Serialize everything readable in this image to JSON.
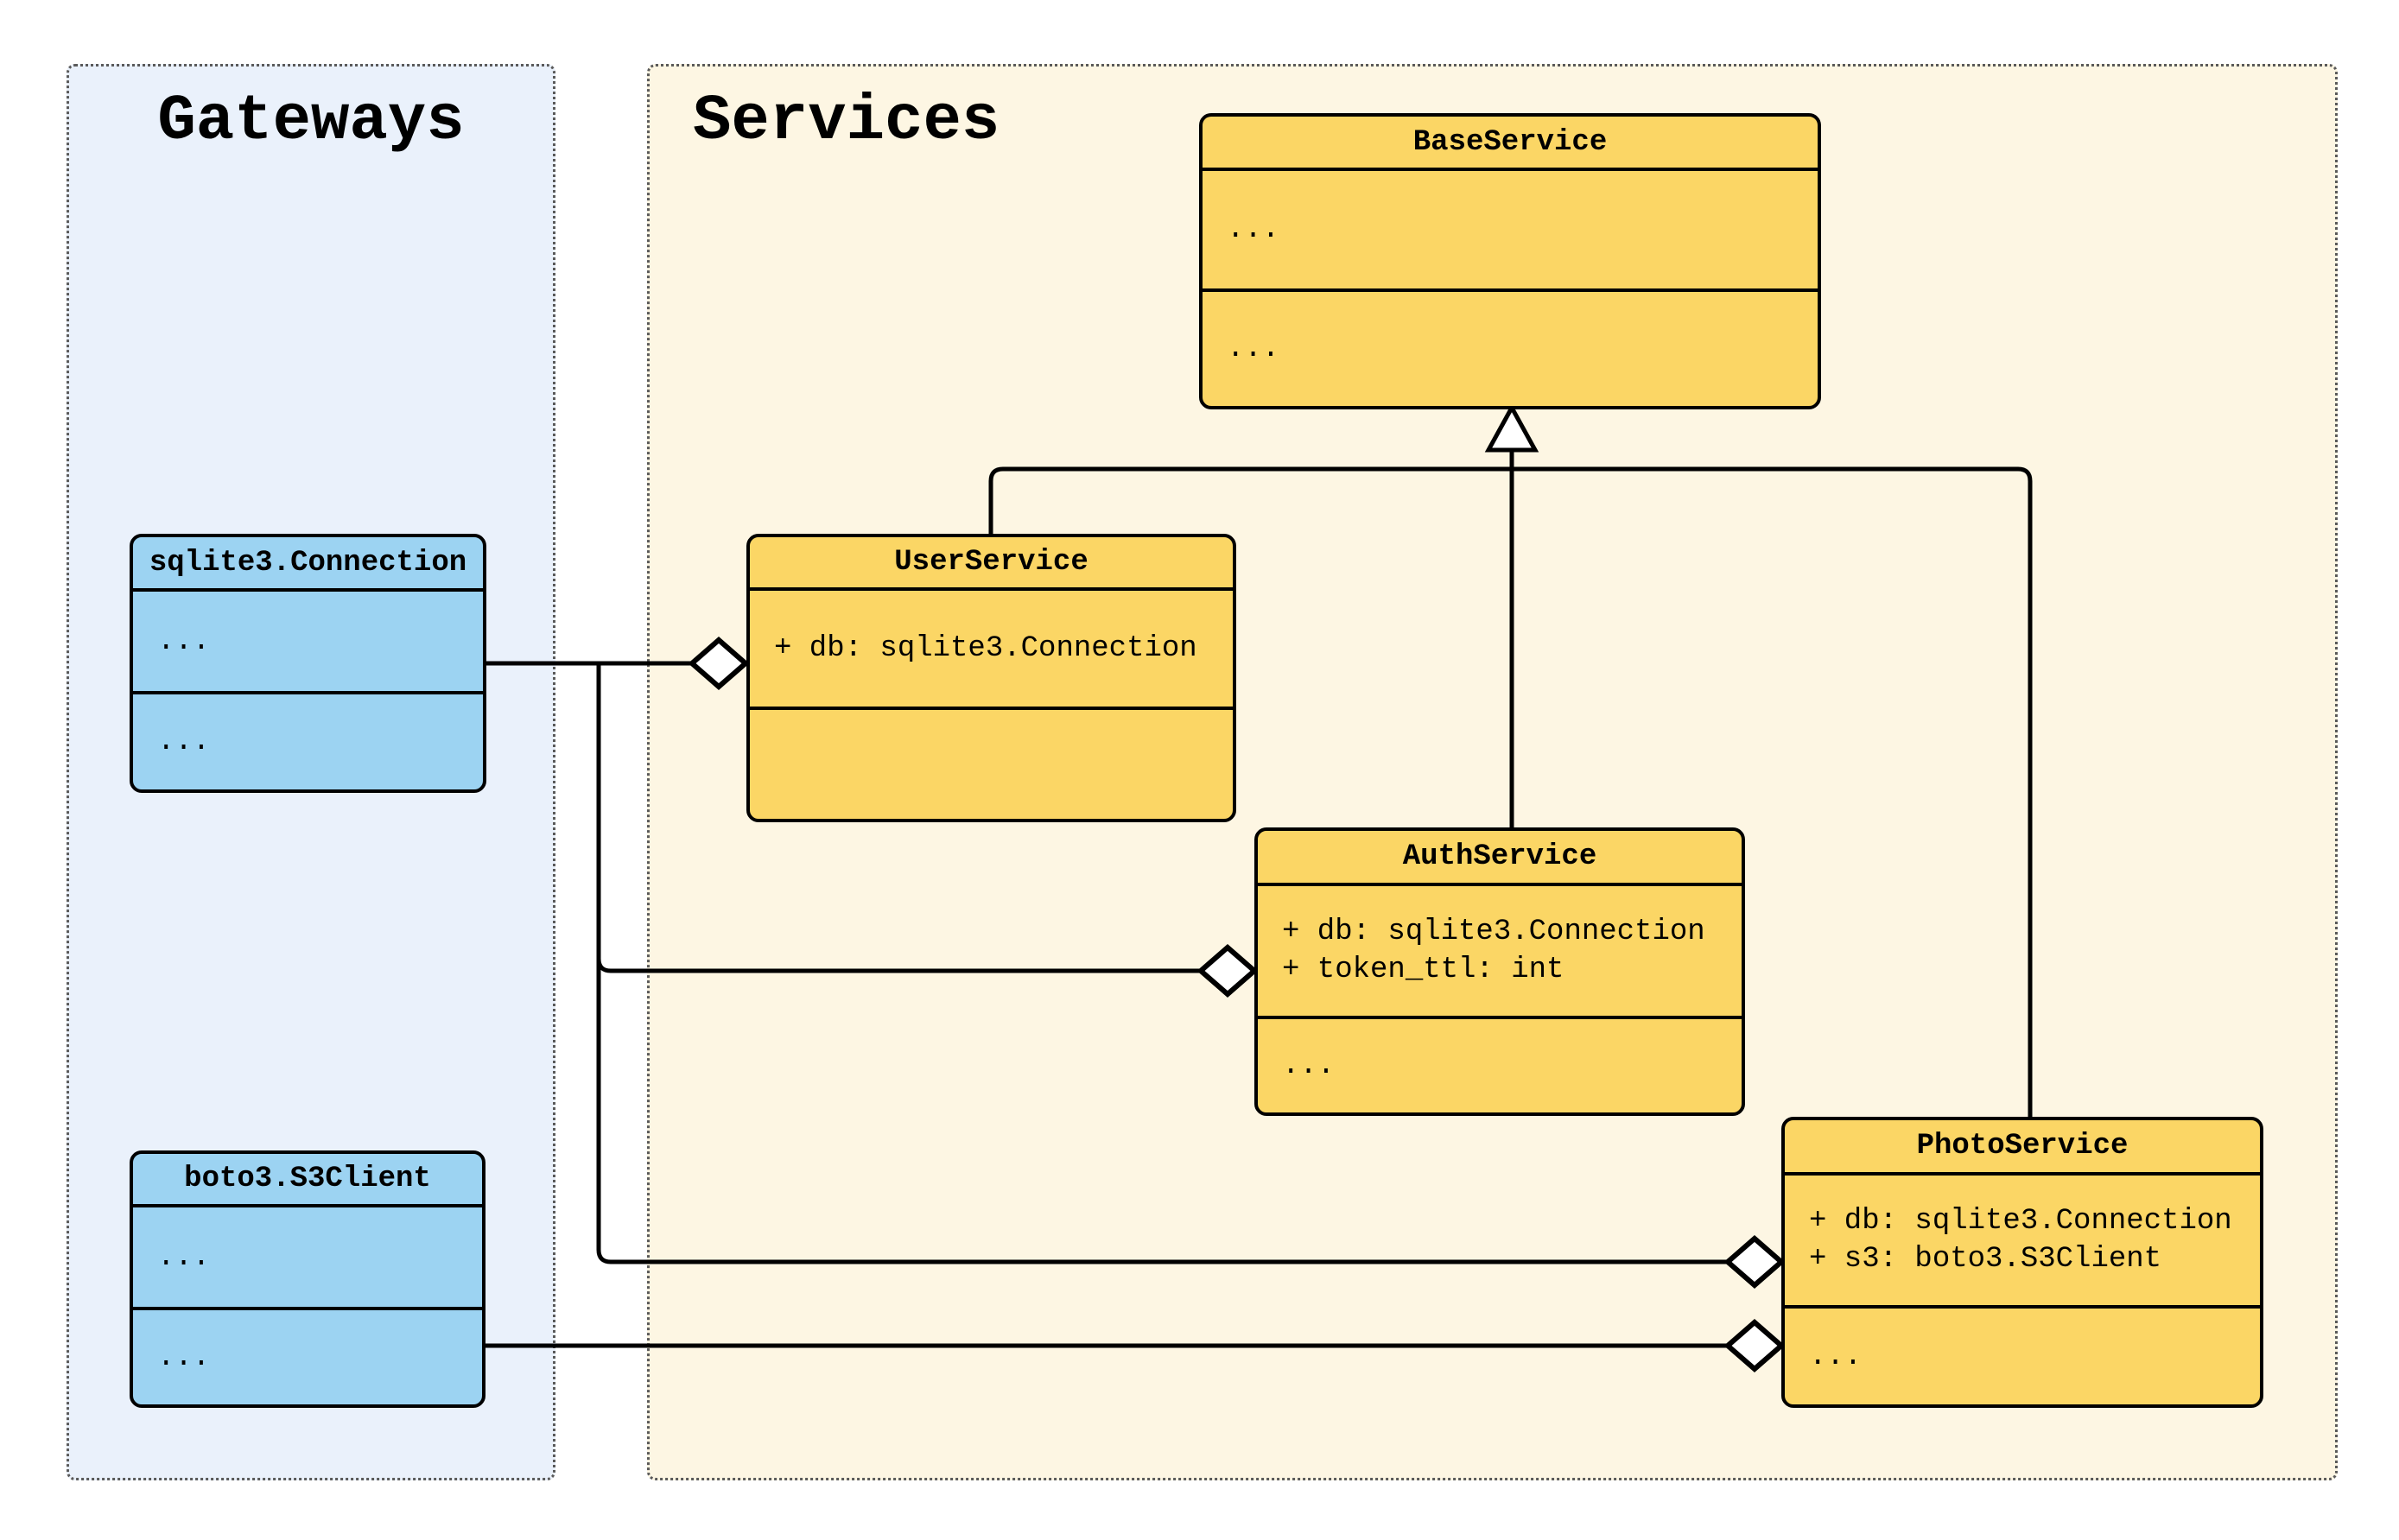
{
  "diagram_type": "uml-class-diagram",
  "groups": {
    "gateways": {
      "title": "Gateways"
    },
    "services": {
      "title": "Services"
    }
  },
  "classes": {
    "base_service": {
      "name": "BaseService",
      "attributes": [
        "..."
      ],
      "methods": [
        "..."
      ]
    },
    "user_service": {
      "name": "UserService",
      "attributes": [
        "+ db: sqlite3.Connection"
      ],
      "methods": []
    },
    "auth_service": {
      "name": "AuthService",
      "attributes": [
        "+ db: sqlite3.Connection",
        "+ token_ttl: int"
      ],
      "methods": [
        "..."
      ]
    },
    "photo_service": {
      "name": "PhotoService",
      "attributes": [
        "+ db: sqlite3.Connection",
        "+ s3: boto3.S3Client"
      ],
      "methods": [
        "..."
      ]
    },
    "sqlite3_connection": {
      "name": "sqlite3.Connection",
      "attributes": [
        "..."
      ],
      "methods": [
        "..."
      ]
    },
    "boto3_s3client": {
      "name": "boto3.S3Client",
      "attributes": [
        "..."
      ],
      "methods": [
        "..."
      ]
    }
  },
  "relationships": [
    {
      "type": "inheritance",
      "child": "UserService",
      "parent": "BaseService"
    },
    {
      "type": "inheritance",
      "child": "AuthService",
      "parent": "BaseService"
    },
    {
      "type": "inheritance",
      "child": "PhotoService",
      "parent": "BaseService"
    },
    {
      "type": "aggregation",
      "part": "sqlite3.Connection",
      "whole": "UserService"
    },
    {
      "type": "aggregation",
      "part": "sqlite3.Connection",
      "whole": "AuthService"
    },
    {
      "type": "aggregation",
      "part": "sqlite3.Connection",
      "whole": "PhotoService"
    },
    {
      "type": "aggregation",
      "part": "boto3.S3Client",
      "whole": "PhotoService"
    }
  ],
  "colors": {
    "service_class_fill": "#FBD665",
    "gateway_class_fill": "#9CD3F2",
    "gateways_panel_bg": "#EAF1FB",
    "services_panel_bg": "#FDF6E3",
    "line": "#000000",
    "page_bg": "#FFFFFF"
  }
}
